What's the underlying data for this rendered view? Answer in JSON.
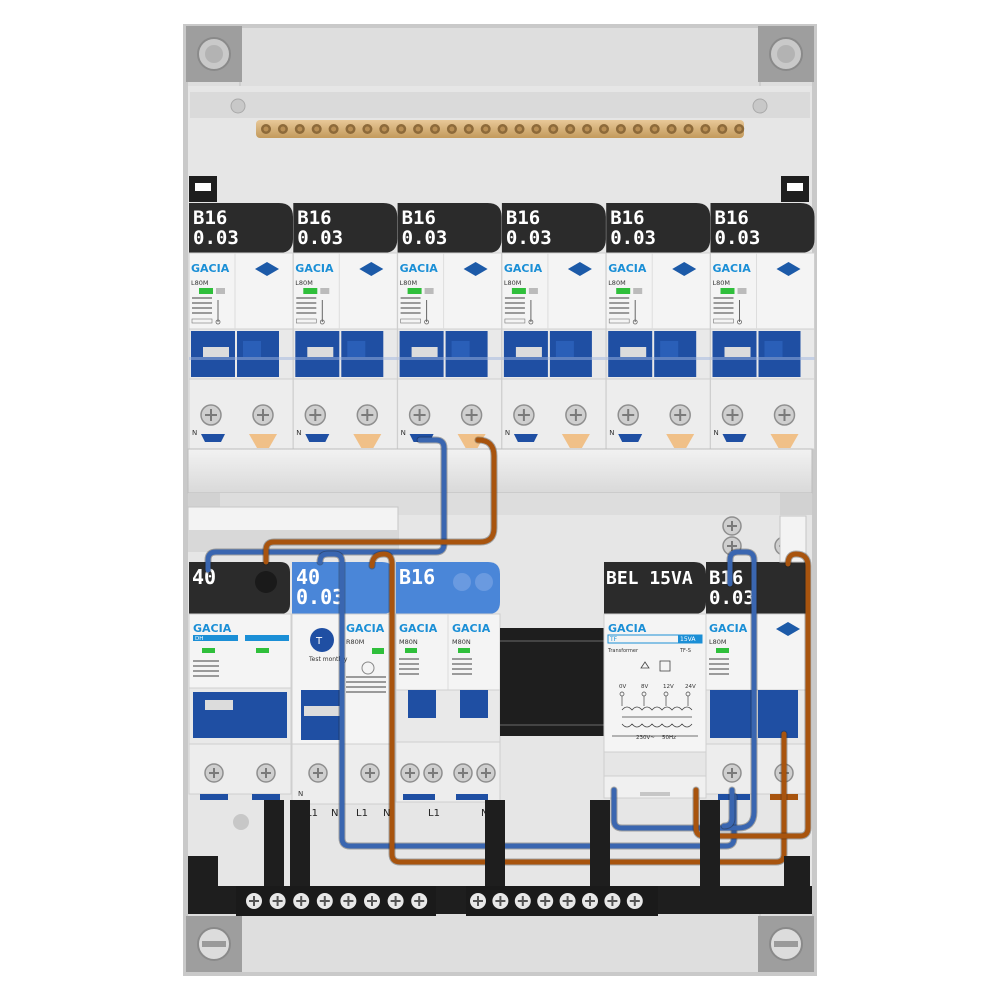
{
  "brand": "GACIA",
  "top_row": {
    "devices": [
      {
        "rating": "B16",
        "sensitivity": "0.03",
        "model": "L80M"
      },
      {
        "rating": "B16",
        "sensitivity": "0.03",
        "model": "L80M"
      },
      {
        "rating": "B16",
        "sensitivity": "0.03",
        "model": "L80M"
      },
      {
        "rating": "B16",
        "sensitivity": "0.03",
        "model": "L80M"
      },
      {
        "rating": "B16",
        "sensitivity": "0.03",
        "model": "L80M"
      },
      {
        "rating": "B16",
        "sensitivity": "0.03",
        "model": "L80M"
      }
    ],
    "n_mark": "N"
  },
  "bottom_row": {
    "main_switch": {
      "rating": "40",
      "model": "DH"
    },
    "rcd": {
      "rating": "40",
      "sensitivity": "0.03",
      "model": "R80M",
      "test_label": "Test monthly",
      "terminals": [
        "L1",
        "N",
        "L1",
        "N"
      ]
    },
    "mcb": {
      "rating": "B16",
      "model_left": "M80N",
      "model_right": "M80N",
      "terminals": [
        "L1",
        "N"
      ]
    },
    "transformer": {
      "title": "BEL 15VA",
      "model": "TF",
      "badge": "15VA",
      "subtitle": "Transformer",
      "code": "TF-S",
      "outputs": [
        "0V",
        "8V",
        "12V",
        "24V"
      ],
      "input": "230V~",
      "freq": "50Hz"
    },
    "rcbo": {
      "rating": "B16",
      "sensitivity": "0.03",
      "model": "L80M"
    }
  },
  "colors": {
    "enclosure": "#d6d6d6",
    "panel_bg": "#e7e7e7",
    "label_black": "#2b2b2b",
    "label_blue": "#4a86d8",
    "toggle_blue": "#1f4fa3",
    "brand_blue": "#1b8fd6",
    "wire_blue": "#3a66b0",
    "wire_brown": "#a8540e",
    "busbar_brass": "#d7b27a"
  }
}
